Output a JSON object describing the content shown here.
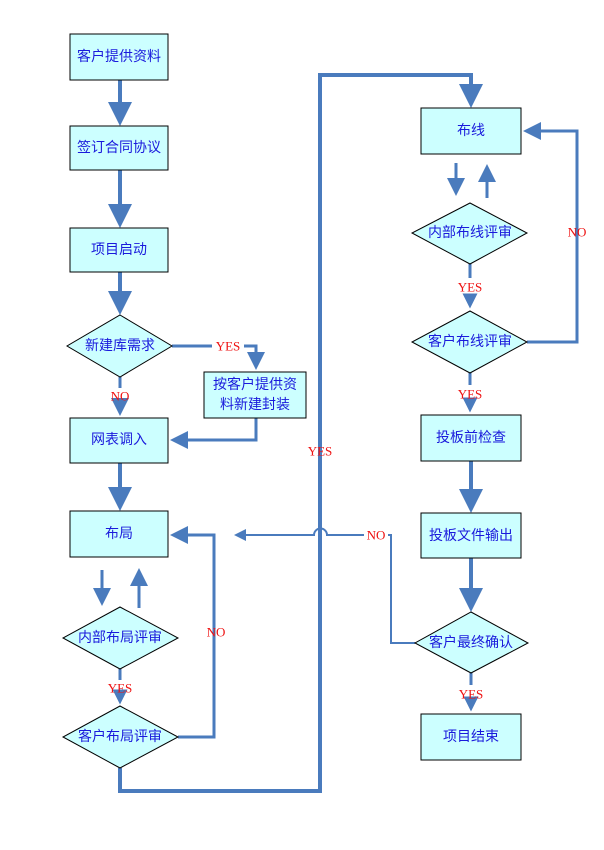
{
  "colors": {
    "node_fill": "#ccffff",
    "node_stroke": "#000000",
    "edge": "#4a7bbd",
    "node_text": "#1a1adc",
    "label_text": "#ee1111",
    "background": "#ffffff"
  },
  "nodes": {
    "customer_materials": {
      "label": "客户提供资料",
      "shape": "box"
    },
    "sign_contract": {
      "label": "签订合同协议",
      "shape": "box"
    },
    "project_start": {
      "label": "项目启动",
      "shape": "box"
    },
    "new_library_needed": {
      "label": "新建库需求",
      "shape": "diamond"
    },
    "build_footprints": {
      "label_line1": "按客户提供资",
      "label_line2": "料新建封装",
      "shape": "box"
    },
    "netlist_import": {
      "label": "网表调入",
      "shape": "box"
    },
    "placement": {
      "label": "布局",
      "shape": "box"
    },
    "internal_placement_review": {
      "label": "内部布局评审",
      "shape": "diamond"
    },
    "customer_placement_review": {
      "label": "客户布局评审",
      "shape": "diamond"
    },
    "routing": {
      "label": "布线",
      "shape": "box"
    },
    "internal_routing_review": {
      "label": "内部布线评审",
      "shape": "diamond"
    },
    "customer_routing_review": {
      "label": "客户布线评审",
      "shape": "diamond"
    },
    "pre_release_check": {
      "label": "投板前检查",
      "shape": "box"
    },
    "release_files_output": {
      "label": "投板文件输出",
      "shape": "box"
    },
    "customer_final_confirm": {
      "label": "客户最终确认",
      "shape": "diamond"
    },
    "project_end": {
      "label": "项目结束",
      "shape": "box"
    }
  },
  "edge_labels": {
    "new_library_yes": "YES",
    "new_library_no": "NO",
    "placement_no": "NO",
    "internal_placement_yes": "YES",
    "customer_placement_yes": "YES",
    "routing_no": "NO",
    "internal_routing_yes": "YES",
    "customer_routing_yes": "YES",
    "final_confirm_no": "NO",
    "final_confirm_yes": "YES"
  }
}
